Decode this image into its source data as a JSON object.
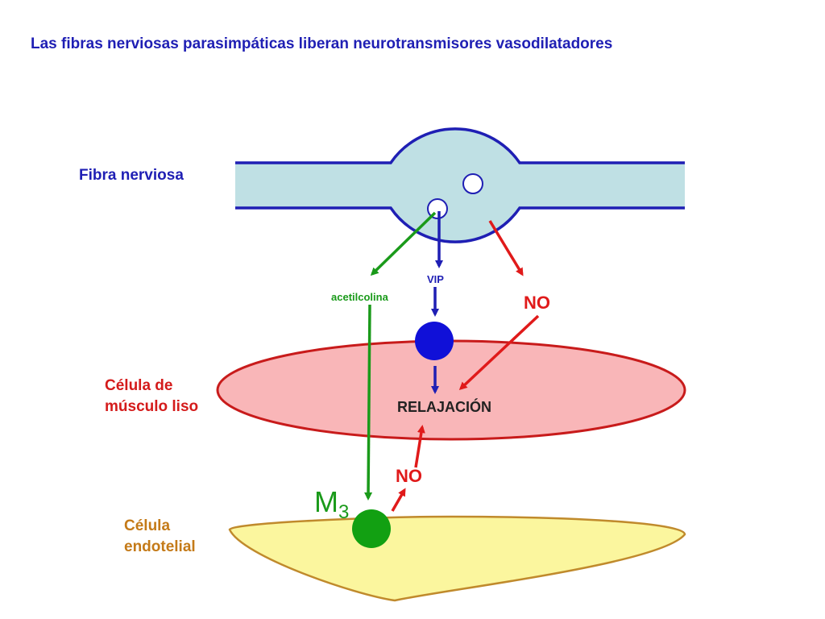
{
  "title": "Las fibras nerviosas parasimpáticas liberan neurotransmisores vasodilatadores",
  "labels": {
    "fibra": "Fibra nerviosa",
    "musculo": "Célula de\nmúsculo liso",
    "endotelial": "Célula\nendotelial",
    "acetilcolina": "acetilcolina",
    "vip": "VIP",
    "no_top": "NO",
    "no_bottom": "NO",
    "relajacion": "RELAJACIÓN",
    "m3_base": "M",
    "m3_sub": "3"
  },
  "colors": {
    "nerve_fill": "#bfe0e4",
    "nerve_stroke": "#1f1fb4",
    "muscle_fill": "#f9b6b8",
    "muscle_stroke": "#c81b1b",
    "endo_fill": "#fbf69e",
    "endo_stroke": "#c08a2c",
    "green": "#1a9a1a",
    "blue": "#1f1fb4",
    "red": "#e01a1a"
  }
}
